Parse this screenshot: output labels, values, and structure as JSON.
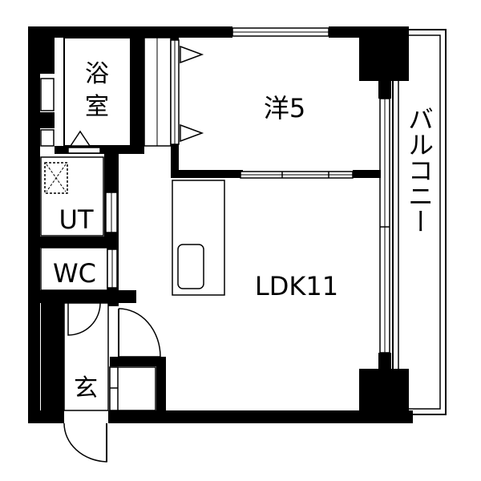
{
  "floorplan": {
    "rooms": {
      "bath": {
        "label_line1": "浴",
        "label_line2": "室"
      },
      "western_room": {
        "label": "洋5"
      },
      "utility": {
        "label": "UT"
      },
      "toilet": {
        "label": "WC"
      },
      "ldk": {
        "label": "LDK11"
      },
      "entrance": {
        "label": "玄"
      },
      "balcony": {
        "label": "バルコニー"
      }
    },
    "colors": {
      "wall": "#000000",
      "background": "#ffffff",
      "line": "#000000"
    }
  }
}
